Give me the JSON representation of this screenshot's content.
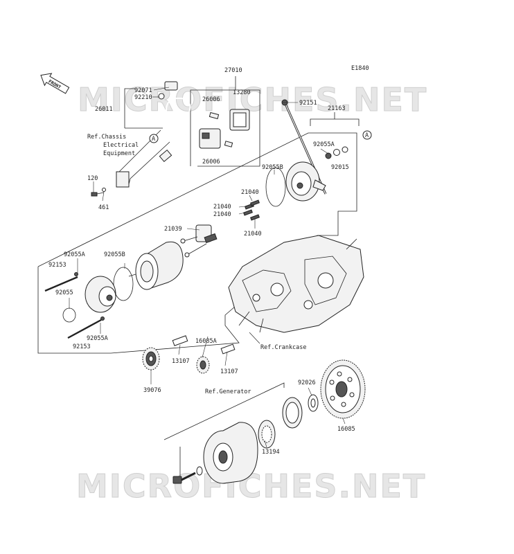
{
  "diagram": {
    "code": "E1840",
    "front_badge": "FRONT",
    "watermark": "MICROFICHES.NET",
    "callout_a": "A",
    "references": {
      "chassis": [
        "Ref.Chassis",
        "Electrical",
        "Equipment"
      ],
      "crankcase": "Ref.Crankcase",
      "generator": "Ref.Generator"
    },
    "parts": [
      "27010",
      "13280",
      "26006",
      "26006",
      "92071",
      "92210",
      "26011",
      "92151",
      "21163",
      "92055A",
      "92015",
      "92055B",
      "21040",
      "21040",
      "21040",
      "21040",
      "21039",
      "120",
      "461",
      "92055A",
      "92153",
      "92055B",
      "92055",
      "92055A",
      "92153",
      "16085A",
      "13107",
      "13107",
      "39076",
      "92026",
      "16085",
      "13194"
    ]
  }
}
